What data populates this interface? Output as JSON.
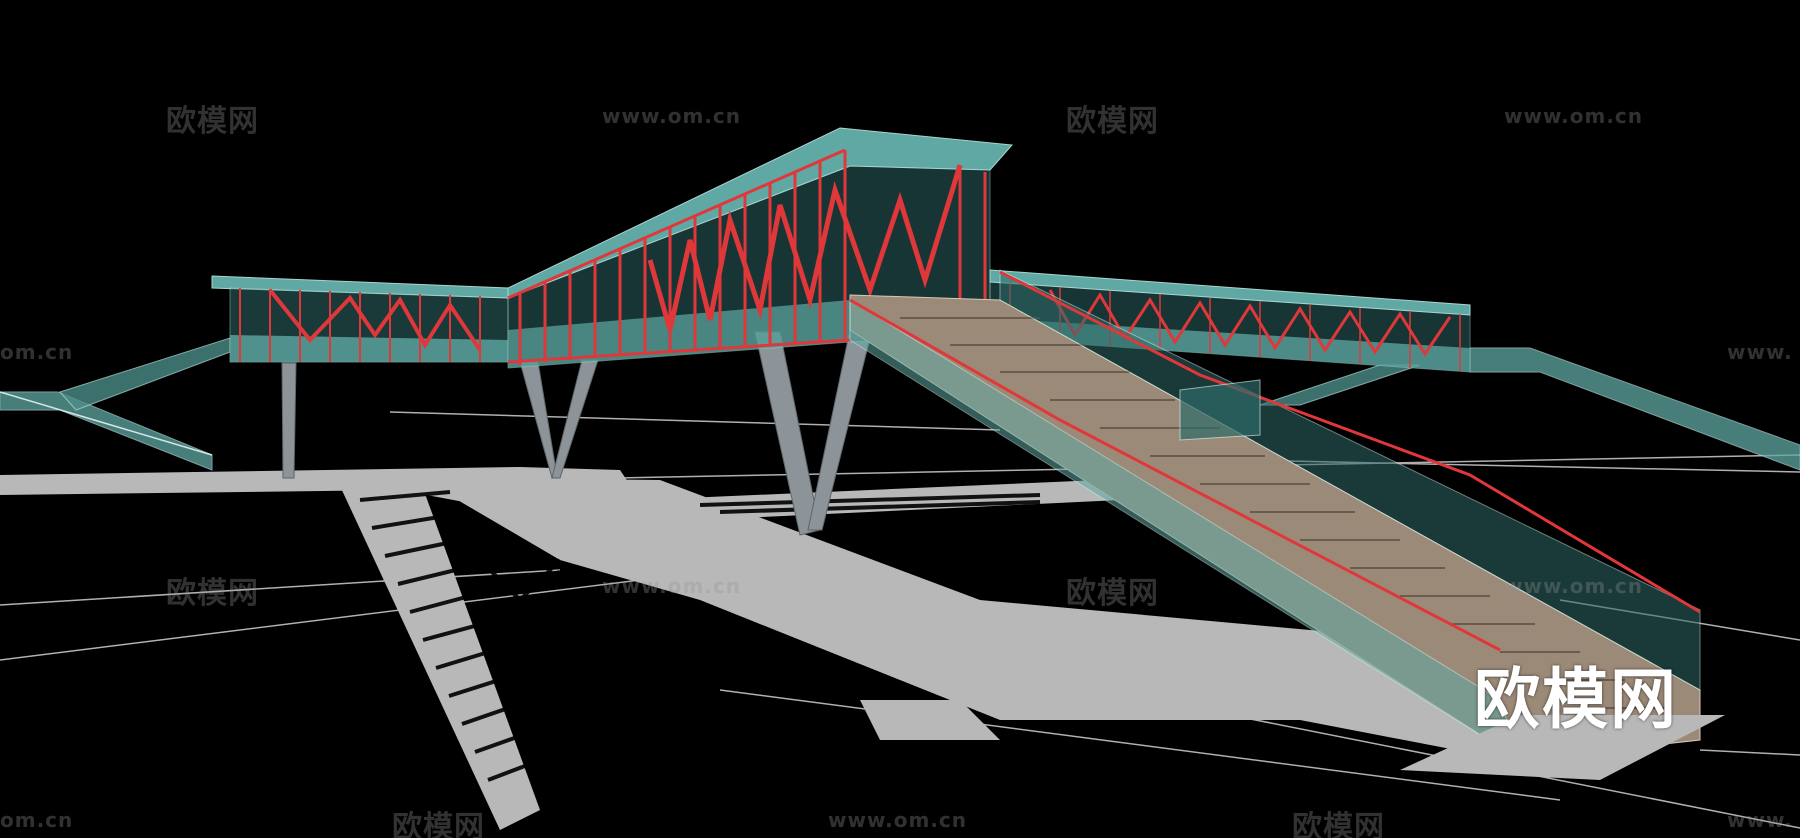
{
  "scene": {
    "subject": "pedestrian-bridge-wireframe-render",
    "colors": {
      "background": "#000000",
      "truss": "#e0383a",
      "glass": "#5fa8a3",
      "glass_dark": "#2e6b68",
      "pillar": "#8c9499",
      "stairs": "#9c8a78",
      "shadow": "#b8b8b8",
      "outline": "#d8d8d8"
    }
  },
  "watermarks": {
    "brand": "欧模网",
    "url": "www.om.cn",
    "url_partial": "om.cn",
    "url_left_cut": "www."
  }
}
